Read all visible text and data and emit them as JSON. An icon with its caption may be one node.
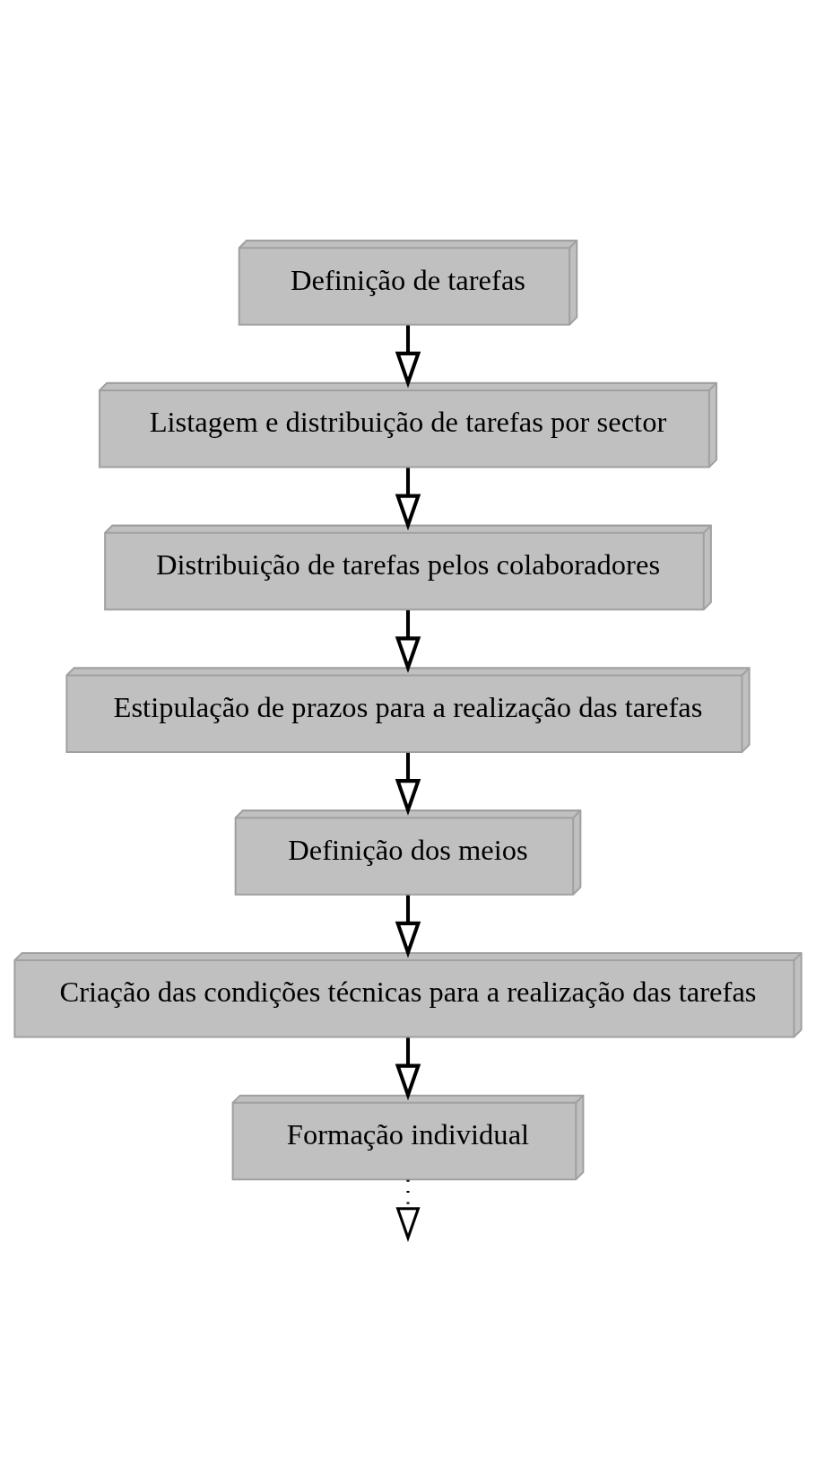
{
  "diagram": {
    "nodes": [
      {
        "text": [
          "Definição de tarefas"
        ]
      },
      {
        "text": [
          "Listagem e distribuição de tarefas por sector"
        ]
      },
      {
        "text": [
          "Distribuição de tarefas pelos colaboradores"
        ]
      },
      {
        "text": [
          "Estipulação de prazos para a realização das tarefas"
        ]
      },
      {
        "text": [
          "Definição dos meios"
        ]
      },
      {
        "text": [
          "Criação das condições técnicas para a realização das tarefas"
        ]
      },
      {
        "text": [
          "Formação individual"
        ]
      }
    ],
    "edges": [
      {
        "from": 0,
        "to": 1,
        "arrow": "to"
      },
      {
        "from": 1,
        "to": 2,
        "arrow": "to"
      },
      {
        "from": 2,
        "to": 3,
        "arrow": "to"
      },
      {
        "from": 3,
        "to": 4,
        "arrow": "to"
      },
      {
        "from": 4,
        "to": 5,
        "arrow": "to"
      },
      {
        "from": 5,
        "to": 6,
        "arrow": "to"
      },
      {
        "from": 6,
        "to": null,
        "arrow": "to",
        "style": "dashed"
      }
    ]
  }
}
